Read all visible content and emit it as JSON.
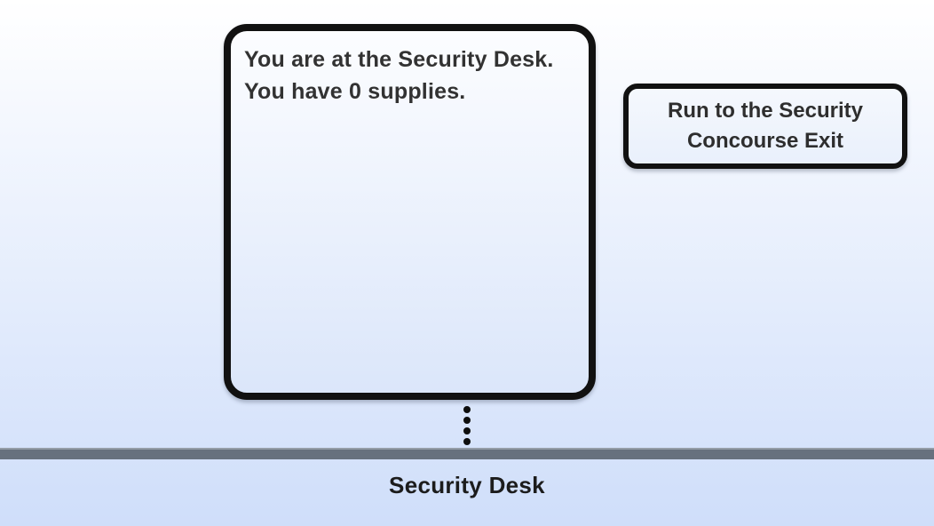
{
  "narration": {
    "lines": [
      "You are at the Security Desk.",
      "You have 0 supplies."
    ]
  },
  "actions": [
    {
      "label": "Run to the Security Concourse Exit",
      "label_lines": [
        "Run to the Security",
        "Concourse Exit"
      ]
    }
  ],
  "location": {
    "label": "Security Desk"
  },
  "colors": {
    "background-top": "#ffffff",
    "background-bottom": "#cfdefa",
    "panel-border": "#111111",
    "narration-text": "#323232",
    "button-text": "#2e2e2e",
    "floor-bar": "#67717e",
    "floor-bar-highlight": "#959da8",
    "dot": "#0e0e0e",
    "label-text": "#1c1c1c"
  }
}
